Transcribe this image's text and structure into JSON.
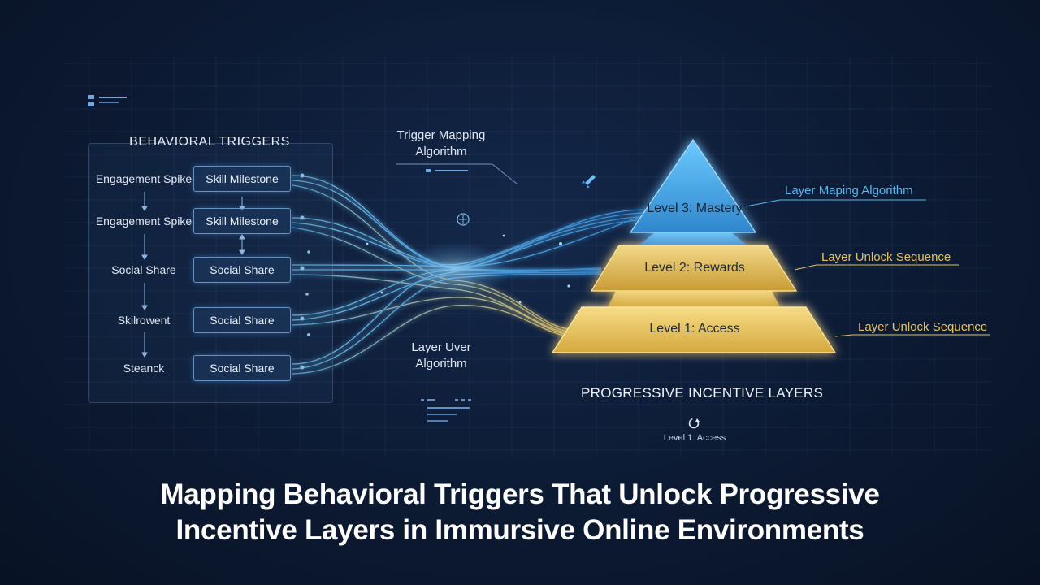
{
  "panel": {
    "title": "BEHAVIORAL TRIGGERS",
    "triggers": [
      "Engagement Spike",
      "Engagement Spike",
      "Social Share",
      "Skilrowent",
      "Steanck"
    ],
    "boxes": [
      "Skill Milestone",
      "Skill Milestone",
      "Social Share",
      "Social Share",
      "Social Share"
    ]
  },
  "algorithms": {
    "top": "Trigger Mapping\nAlgorithm",
    "bottom": "Layer Uver\nAlgorithm"
  },
  "pyramid": {
    "levels": [
      "Level 3: Mastery",
      "Level 2: Rewards",
      "Level 1: Access"
    ],
    "side_labels": [
      "Layer Maping Algorithm",
      "Layer Unlock Sequence",
      "Layer Unlock Sequence"
    ],
    "heading": "PROGRESSIVE INCENTIVE LAYERS",
    "footnote": "Level 1: Access"
  },
  "headline": {
    "line1": "Mapping Behavioral Triggers That Unlock Progressive",
    "line2": "Incentive Layers in Immursive Online Environments"
  },
  "colors": {
    "background": "#0c1a33",
    "accent_blue": "#4fb6ff",
    "gold": "#e8c766",
    "side_blue": "#5ab8f0",
    "side_gold": "#e6c45a"
  },
  "icons": [
    "rocket-icon",
    "brain-icon",
    "refresh-icon"
  ]
}
